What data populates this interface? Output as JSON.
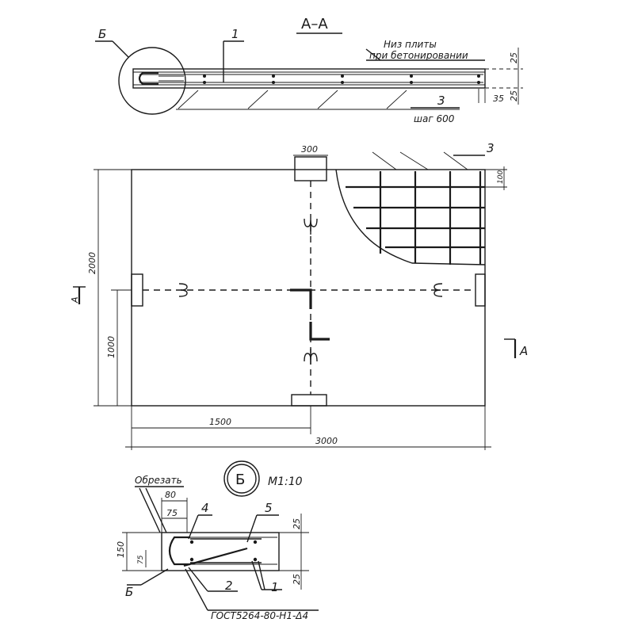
{
  "section": {
    "title": "А–А",
    "label_b": "Б",
    "label_1": "1",
    "label_3": "3",
    "note_line1": "Низ плиты",
    "note_line2": "при бетонировании",
    "step": "шаг 600",
    "dim_25_top": "25",
    "dim_25_bot": "25",
    "dim_35": "35"
  },
  "plan": {
    "dim_300": "300",
    "label_3": "3",
    "dim_100": "100",
    "dim_2000": "2000",
    "dim_1000": "1000",
    "dim_1500": "1500",
    "dim_3000": "3000",
    "cut_left": "А",
    "cut_right": "А"
  },
  "detail": {
    "title": "Б",
    "scale": "М1:10",
    "cut_note": "Обрезать",
    "dim_80": "80",
    "dim_75": "75",
    "dim_150": "150",
    "dim_75v": "75",
    "dim_25_top": "25",
    "dim_25_bot": "25",
    "label_4": "4",
    "label_5": "5",
    "label_b": "Б",
    "label_2": "2",
    "label_1": "1",
    "weld_note": "ГОСТ5264-80-Н1-Δ4"
  }
}
